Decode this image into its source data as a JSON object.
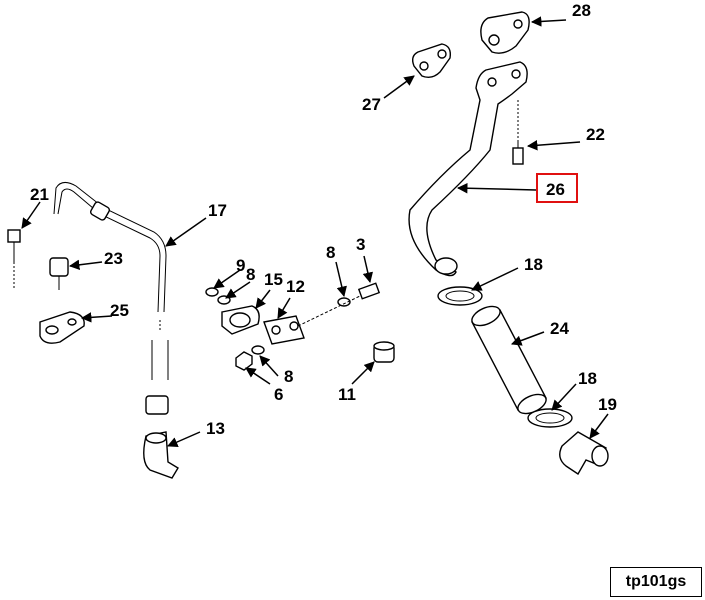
{
  "figure_id": "tp101gs",
  "highlight_color": "#e01010",
  "highlighted_callout": "26",
  "callouts": {
    "c28": "28",
    "c27": "27",
    "c22": "22",
    "c26": "26",
    "c21": "21",
    "c17": "17",
    "c23": "23",
    "c25": "25",
    "c9": "9",
    "c8a": "8",
    "c15": "15",
    "c12": "12",
    "c8b": "8",
    "c3": "3",
    "c18a": "18",
    "c24": "24",
    "c8c": "8",
    "c6": "6",
    "c11": "11",
    "c13": "13",
    "c18b": "18",
    "c19": "19"
  }
}
